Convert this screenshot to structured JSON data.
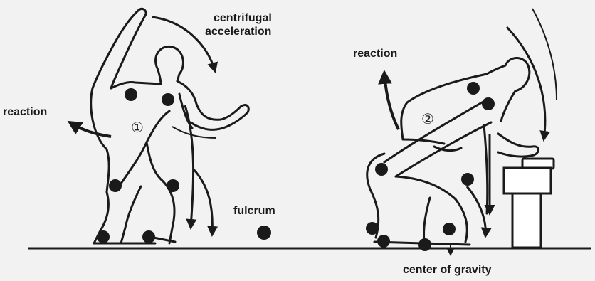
{
  "labels": {
    "centrifugal_line1": "centrifugal",
    "centrifugal_line2": "acceleration",
    "reaction_left": "reaction",
    "reaction_right": "reaction",
    "fulcrum": "fulcrum",
    "center_of_gravity": "center of gravity"
  },
  "figures": {
    "figure1_number": "①",
    "figure2_number": "②"
  },
  "colors": {
    "background": "#f2f2f2",
    "ink": "#1a1a1a"
  }
}
